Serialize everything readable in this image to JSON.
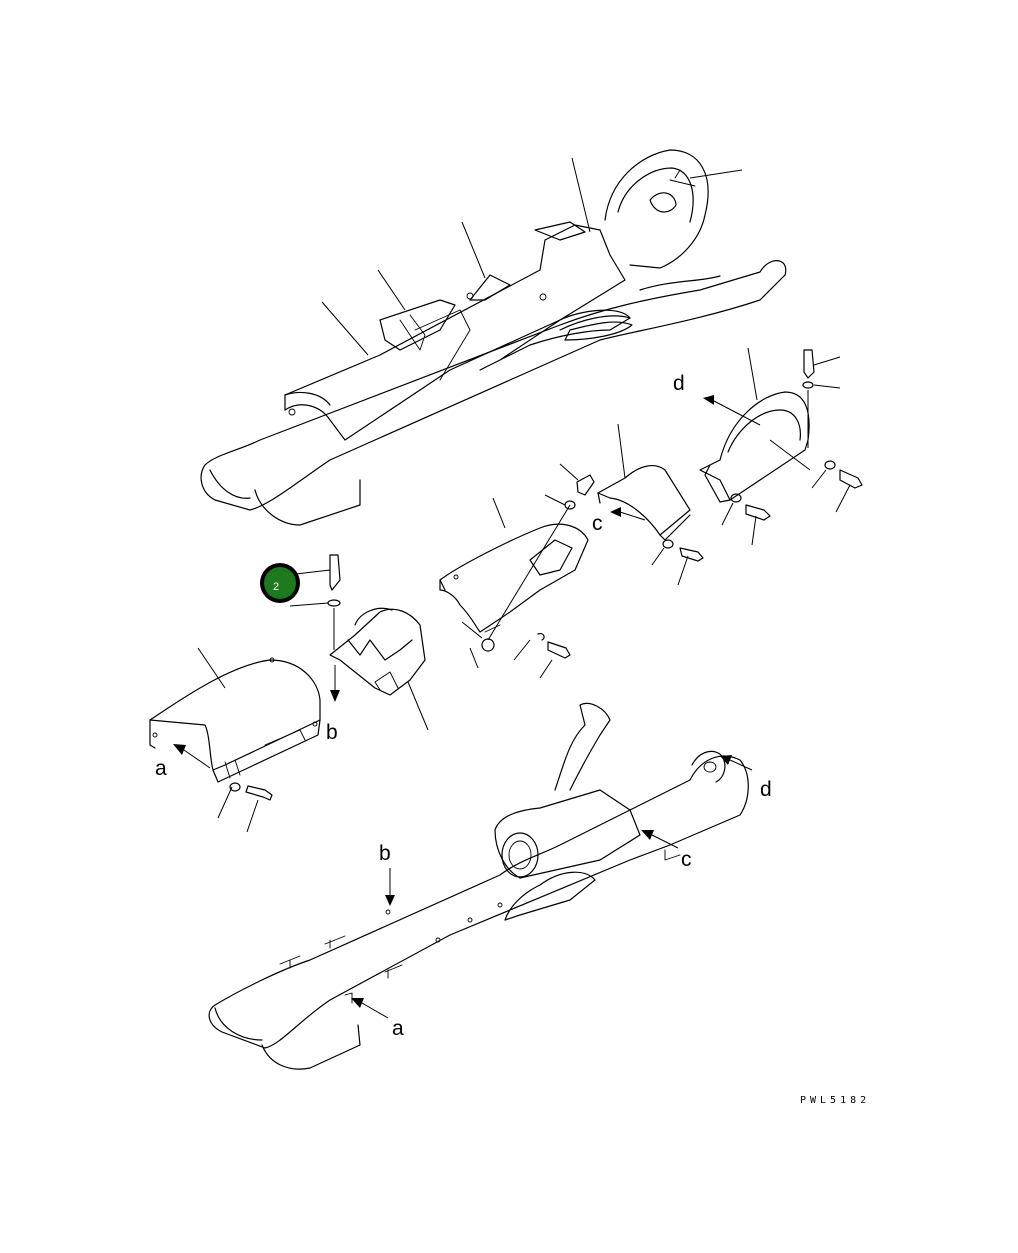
{
  "labels": {
    "a_cover": "a",
    "b_cover": "b",
    "c_cover": "c",
    "d_cover": "d",
    "b_frame": "b",
    "d_frame": "d",
    "c_frame": "c",
    "a_frame": "a"
  },
  "callout": {
    "number": "2",
    "color": "#1f7a1f",
    "ring": "#000000"
  },
  "drawing_code": "PWL5182"
}
